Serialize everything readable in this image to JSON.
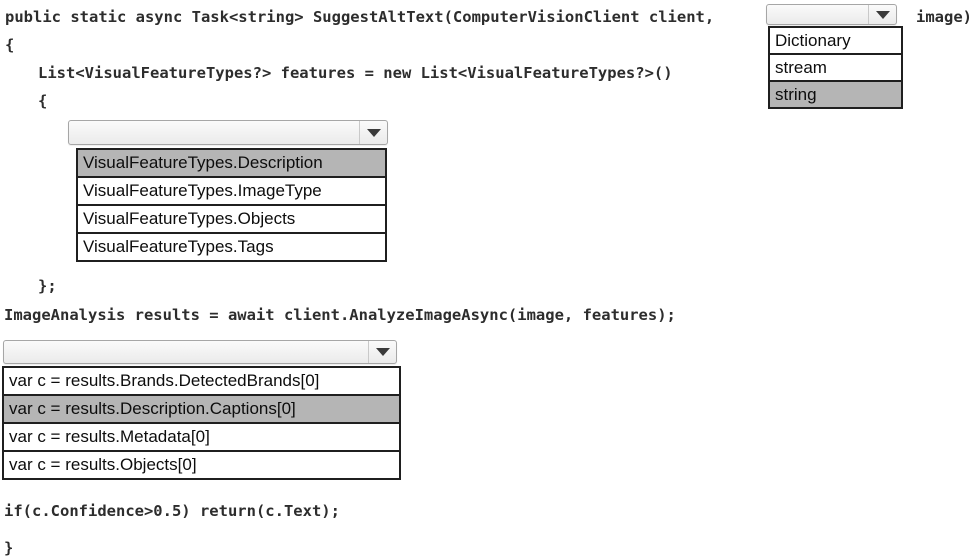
{
  "code": {
    "signature": "public static async Task<string> SuggestAltText(ComputerVisionClient client,",
    "signature_param_suffix": "image)",
    "open_brace": "{",
    "list_declaration": "List<VisualFeatureTypes?> features = new List<VisualFeatureTypes?>()",
    "inner_open_brace": "{",
    "list_close": "};",
    "analyze_call": "ImageAnalysis results = await client.AnalyzeImageAsync(image, features);",
    "if_statement": "if(c.Confidence>0.5) return(c.Text);",
    "final_brace": "}"
  },
  "dropdowns": [
    {
      "name": "parameter-type",
      "value": "",
      "options": [
        {
          "label": "Dictionary",
          "selected": false
        },
        {
          "label": "stream",
          "selected": false
        },
        {
          "label": "string",
          "selected": true
        }
      ]
    },
    {
      "name": "visual-feature",
      "value": "",
      "options": [
        {
          "label": "VisualFeatureTypes.Description",
          "selected": true
        },
        {
          "label": "VisualFeatureTypes.ImageType",
          "selected": false
        },
        {
          "label": "VisualFeatureTypes.Objects",
          "selected": false
        },
        {
          "label": "VisualFeatureTypes.Tags",
          "selected": false
        }
      ]
    },
    {
      "name": "result-assignment",
      "value": "",
      "options": [
        {
          "label": "var c = results.Brands.DetectedBrands[0]",
          "selected": false
        },
        {
          "label": "var c = results.Description.Captions[0]",
          "selected": true
        },
        {
          "label": "var c = results.Metadata[0]",
          "selected": false
        },
        {
          "label": "var c = results.Objects[0]",
          "selected": false
        }
      ]
    }
  ],
  "icons": {
    "dropdown_arrow": "chevron-down-icon"
  },
  "colors": {
    "highlight": "#b5b5b5",
    "code_text": "#2d2d2d",
    "list_border": "#1f1f1f",
    "combo_border": "#a6a6a6",
    "arrow": "#3a3a3a",
    "option_text": "#0d0d0d"
  }
}
